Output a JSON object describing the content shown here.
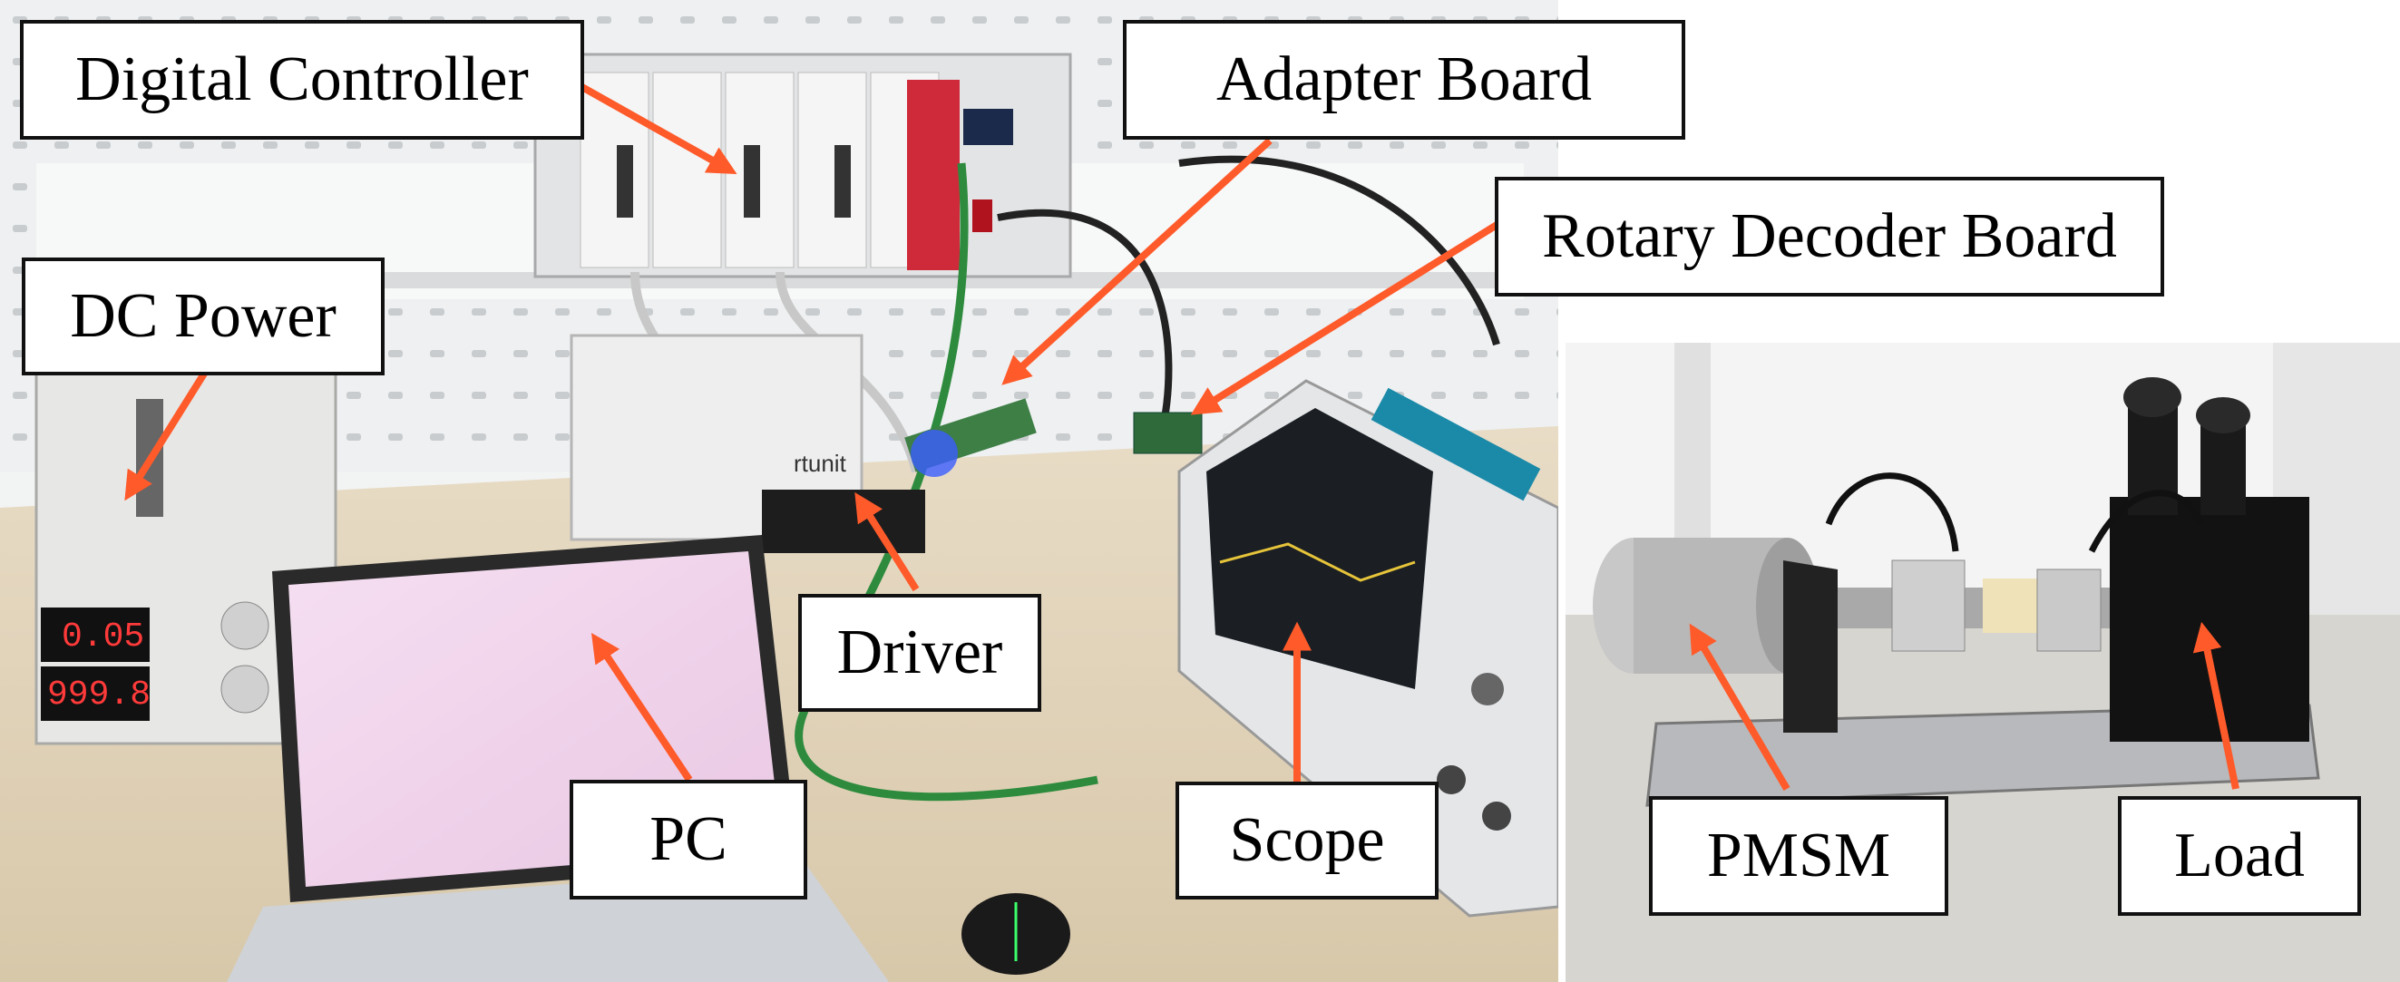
{
  "labels": {
    "digital_controller": "Digital Controller",
    "adapter_board": "Adapter Board",
    "rotary_decoder_board": "Rotary Decoder Board",
    "dc_power": "DC Power",
    "driver": "Driver",
    "pc": "PC",
    "scope": "Scope",
    "pmsm": "PMSM",
    "load": "Load"
  },
  "device_text": {
    "power_display_top": "0.05",
    "power_display_bottom": "999.8",
    "driver_brand": "rtunit"
  },
  "colors": {
    "arrow": "#ff5a2a",
    "callout_border": "#111111",
    "callout_fill": "#ffffff"
  }
}
